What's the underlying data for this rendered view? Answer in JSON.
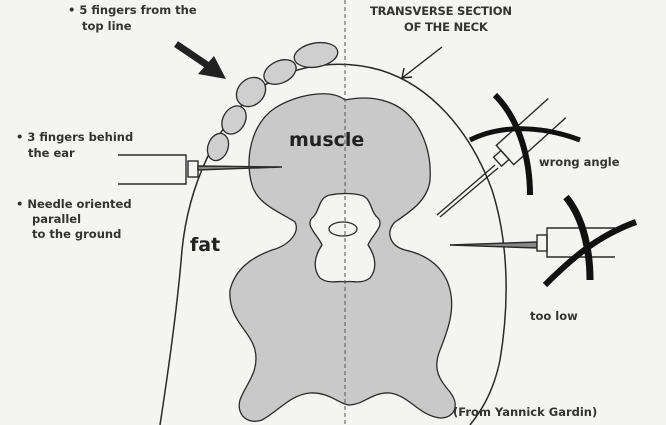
{
  "labels": {
    "five_fingers_1": "• 5 fingers from the",
    "five_fingers_2": "top line",
    "three_fingers_1": "• 3 fingers behind",
    "three_fingers_2": "the ear",
    "needle_1": "• Needle oriented",
    "needle_2": "parallel",
    "needle_3": "to the ground",
    "title_1": "TRANSVERSE SECTION",
    "title_2": "OF THE NECK",
    "muscle": "muscle",
    "fat": "fat",
    "wrong_angle": "wrong angle",
    "too_low": "too low",
    "credit": "(From Yannick Gardin)"
  },
  "colors": {
    "muscle_fill": "#c9c9c9",
    "line": "#2a2a2a",
    "background": "#f4f4f2"
  }
}
